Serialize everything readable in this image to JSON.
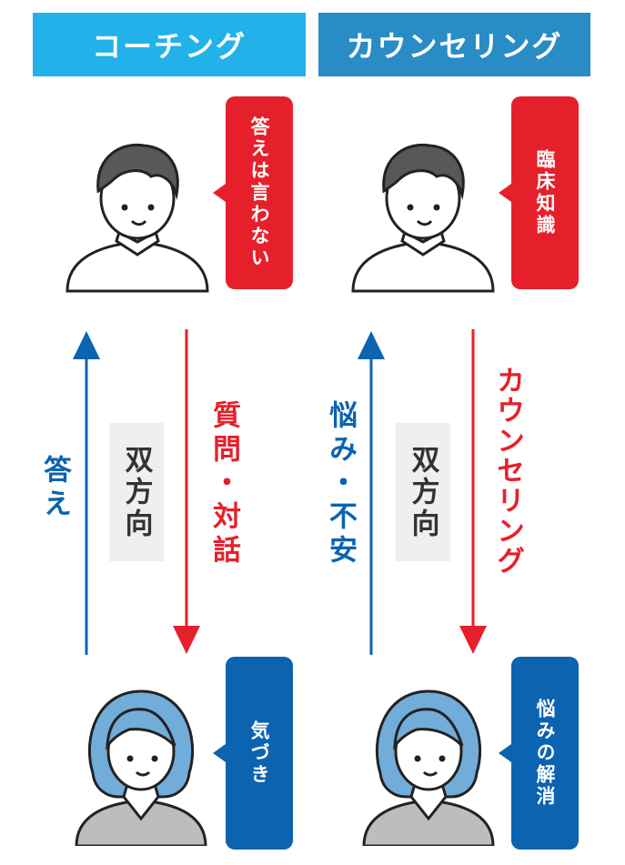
{
  "headers": {
    "coaching": "コーチング",
    "counseling": "カウンセリング"
  },
  "coaching": {
    "top_bubble": "答えは言わない",
    "bottom_bubble": "気づき",
    "center": "双方向",
    "down_label": "質問・対話",
    "up_label": "答え"
  },
  "counseling": {
    "top_bubble": "臨床知識",
    "bottom_bubble": "悩みの解消",
    "center": "双方向",
    "down_label": "カウンセリング",
    "up_label": "悩み・不安"
  },
  "colors": {
    "coaching_header": "#22b1e8",
    "counseling_header": "#2a8cc4",
    "red": "#e6202a",
    "blue": "#0c63b0"
  }
}
